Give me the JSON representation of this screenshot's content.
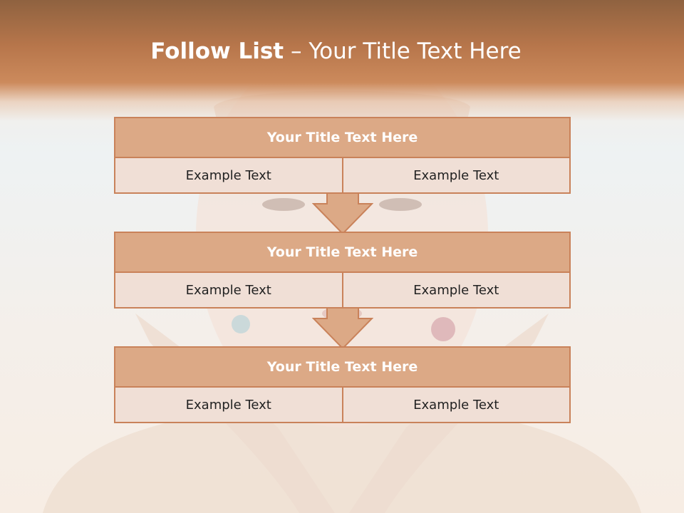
{
  "slide": {
    "title_bold": "Follow List",
    "title_rest": " – Your Title Text Here"
  },
  "blocks": [
    {
      "title": "Your Title Text Here",
      "cells": [
        "Example Text",
        "Example Text"
      ]
    },
    {
      "title": "Your Title Text Here",
      "cells": [
        "Example Text",
        "Example Text"
      ]
    },
    {
      "title": "Your Title Text Here",
      "cells": [
        "Example Text",
        "Example Text"
      ]
    }
  ],
  "colors": {
    "header": "#c48155",
    "block_title_fill": "#dca986",
    "block_cell_fill": "#f0dfd6",
    "border": "#c9825a",
    "arrow": "#dca986"
  },
  "icons": [
    "down-arrow-icon",
    "down-arrow-icon"
  ]
}
